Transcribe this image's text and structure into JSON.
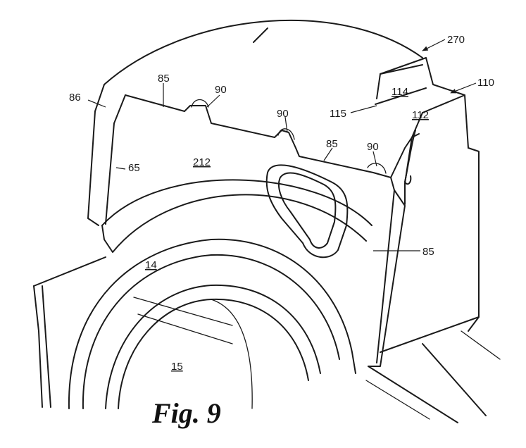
{
  "figure": {
    "caption": "Fig. 9",
    "labels": {
      "l270": "270",
      "l110": "110",
      "l86": "86",
      "l85a": "85",
      "l90a": "90",
      "l90b": "90",
      "l85b": "85",
      "l90c": "90",
      "l114": "114",
      "l115": "115",
      "l112": "112",
      "l65": "65",
      "l212": "212",
      "l85c": "85",
      "l14": "14",
      "l15": "15"
    }
  }
}
